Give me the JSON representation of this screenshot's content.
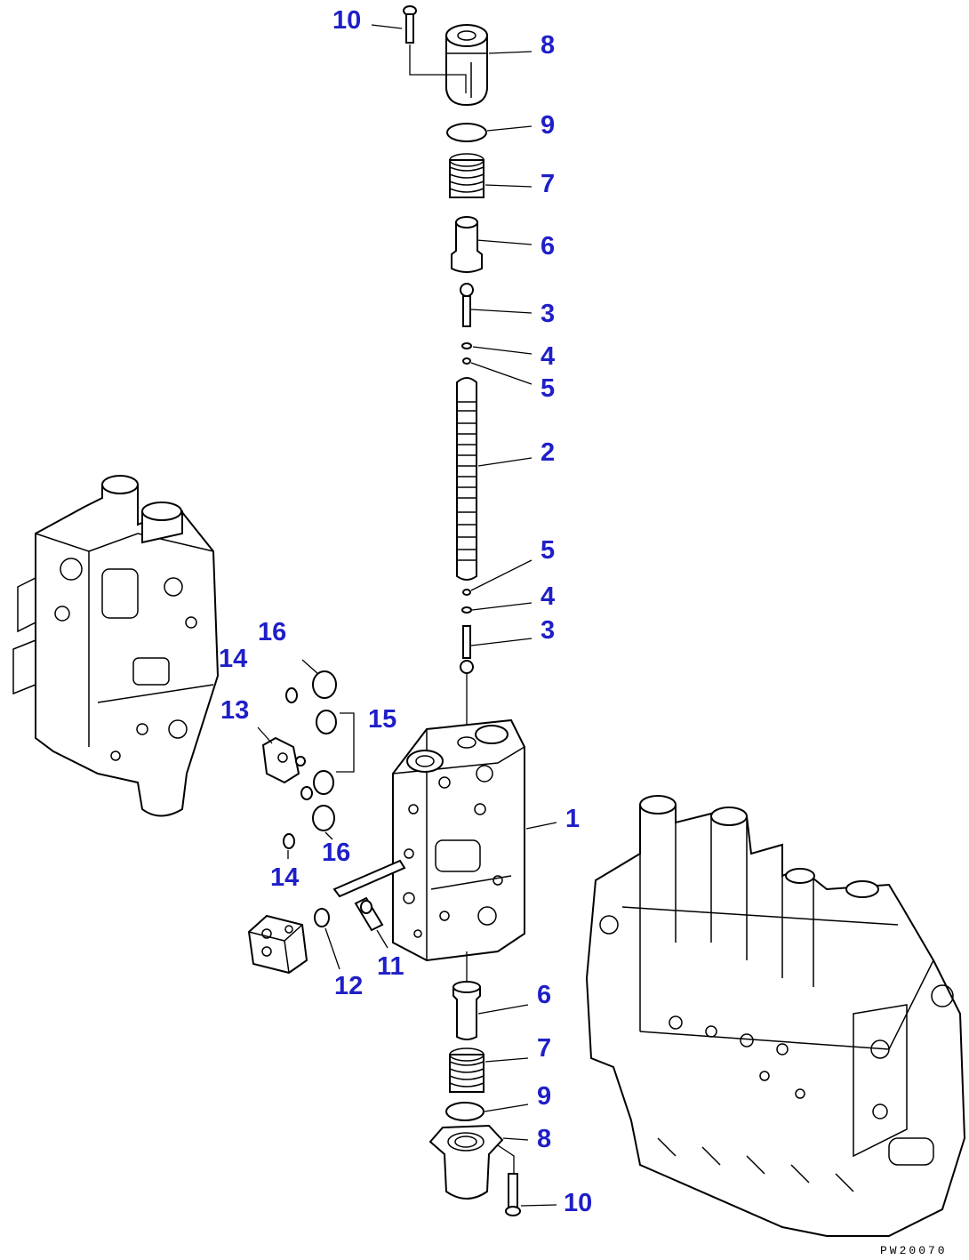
{
  "colors": {
    "label": "#1f1fc8",
    "line": "#000000",
    "background": "#ffffff"
  },
  "callouts": [
    {
      "id": "c10a",
      "text": "10"
    },
    {
      "id": "c8a",
      "text": "8"
    },
    {
      "id": "c9a",
      "text": "9"
    },
    {
      "id": "c7a",
      "text": "7"
    },
    {
      "id": "c6a",
      "text": "6"
    },
    {
      "id": "c3a",
      "text": "3"
    },
    {
      "id": "c4a",
      "text": "4"
    },
    {
      "id": "c5a",
      "text": "5"
    },
    {
      "id": "c2",
      "text": "2"
    },
    {
      "id": "c5b",
      "text": "5"
    },
    {
      "id": "c4b",
      "text": "4"
    },
    {
      "id": "c3b",
      "text": "3"
    },
    {
      "id": "c16a",
      "text": "16"
    },
    {
      "id": "c14a",
      "text": "14"
    },
    {
      "id": "c13",
      "text": "13"
    },
    {
      "id": "c15",
      "text": "15"
    },
    {
      "id": "c1",
      "text": "1"
    },
    {
      "id": "c16b",
      "text": "16"
    },
    {
      "id": "c14b",
      "text": "14"
    },
    {
      "id": "c11",
      "text": "11"
    },
    {
      "id": "c12",
      "text": "12"
    },
    {
      "id": "c6b",
      "text": "6"
    },
    {
      "id": "c7b",
      "text": "7"
    },
    {
      "id": "c9b",
      "text": "9"
    },
    {
      "id": "c8b",
      "text": "8"
    },
    {
      "id": "c10b",
      "text": "10"
    }
  ],
  "drawing_code": "PW20070"
}
